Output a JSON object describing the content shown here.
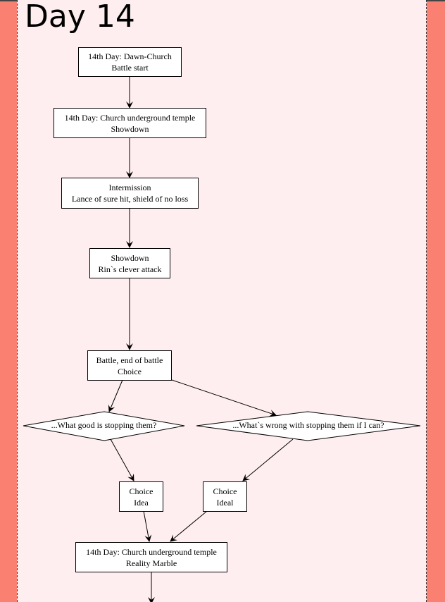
{
  "title": "Day 14",
  "nodes": {
    "n1": {
      "line1": "14th Day: Dawn-Church",
      "line2": "Battle start"
    },
    "n2": {
      "line1": "14th Day: Church underground temple",
      "line2": "Showdown"
    },
    "n3": {
      "line1": "Intermission",
      "line2": "Lance of sure hit, shield of no loss"
    },
    "n4": {
      "line1": "Showdown",
      "line2": "Rin`s clever attack"
    },
    "n5": {
      "line1": "Battle, end of battle",
      "line2": "Choice"
    },
    "d1": {
      "label": "...What good is stopping them?"
    },
    "d2": {
      "label": "...What`s wrong with stopping them if I can?"
    },
    "n6": {
      "line1": "Choice",
      "line2": "Idea"
    },
    "n7": {
      "line1": "Choice",
      "line2": "Ideal"
    },
    "n8": {
      "line1": "14th Day: Church underground temple",
      "line2": "Reality Marble"
    }
  }
}
